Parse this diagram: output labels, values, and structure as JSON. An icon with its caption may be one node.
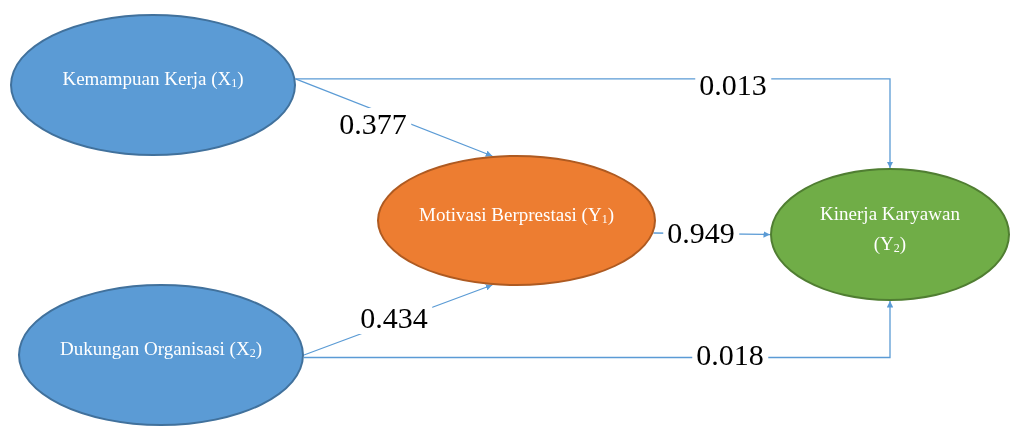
{
  "diagram": {
    "nodes": [
      {
        "text": [
          "Kemampuan Kerja (X$_{1}$)"
        ]
      },
      {
        "text": [
          "Motivasi Berprestasi (Y$_{1}$)"
        ]
      },
      {
        "text": [
          "Dukungan Organisasi (X$_{2}$)"
        ]
      },
      {
        "text": [
          "Kinerja Karyawan (Y$_{2}$)"
        ]
      }
    ],
    "edges": [
      {
        "from": 0,
        "to": 1,
        "arrow": "to",
        "label": "0.377"
      },
      {
        "from": 0,
        "to": 3,
        "arrow": "to",
        "label": "0.013"
      },
      {
        "from": 2,
        "to": 1,
        "arrow": "to",
        "label": "0.434"
      },
      {
        "from": 2,
        "to": 3,
        "arrow": "to",
        "label": "0.018"
      },
      {
        "from": 1,
        "to": 3,
        "arrow": "to",
        "label": "0.949"
      }
    ]
  }
}
